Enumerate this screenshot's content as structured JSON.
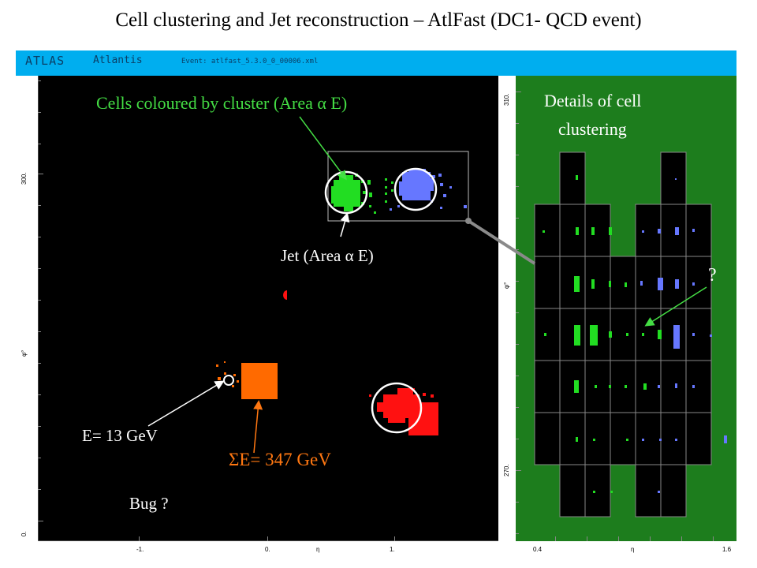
{
  "slide_title": "Cell clustering and Jet reconstruction – AtlFast (DC1- QCD event)",
  "atlantis_header": {
    "logo": "ATLAS",
    "app_name": "Atlantis",
    "event": "Event: atlfast_5.3.0_0_00006.xml",
    "bar_color": "#00aeef"
  },
  "main_plot": {
    "x_axis_label": "η",
    "y_axis_label": "φ°",
    "x_ticks": [
      "-1.",
      "0.",
      "1."
    ],
    "y_ticks": [
      "300.",
      "0."
    ]
  },
  "detail_plot": {
    "x_axis_label": "η",
    "y_axis_label": "φ°",
    "x_ticks": [
      "0.4",
      "1.6"
    ],
    "y_ticks": [
      "310.",
      "270."
    ],
    "background_color": "#1d7d1d"
  },
  "annotations": {
    "cells_coloured": "Cells coloured by cluster (Area α E)",
    "details_line1": "Details of cell",
    "details_line2": "clustering",
    "jet": "Jet (Area α E)",
    "e13": "E= 13 GeV",
    "sum_e": "ΣE= 347 GeV",
    "bug": "Bug ?",
    "question": "?"
  },
  "colors": {
    "cluster_green": "#22dd22",
    "cluster_blue": "#6677ff",
    "cluster_red": "#ff1111",
    "cluster_orange": "#ff6a00"
  }
}
